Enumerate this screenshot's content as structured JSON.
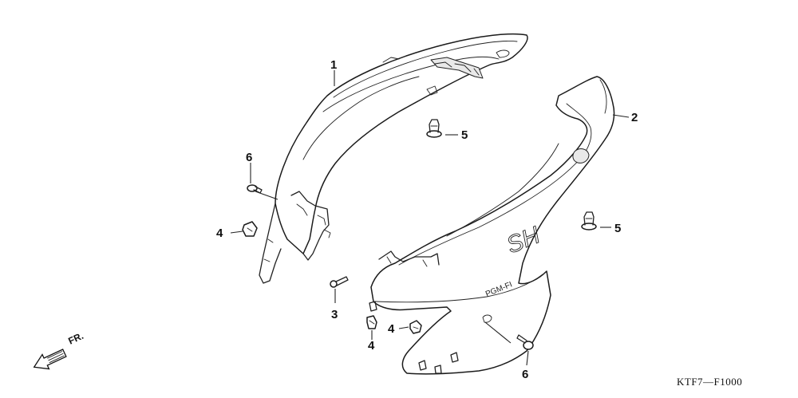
{
  "callouts": {
    "c1": "1",
    "c2": "2",
    "c3": "3",
    "c4a": "4",
    "c4b": "4",
    "c4c": "4",
    "c5a": "5",
    "c5b": "5",
    "c6a": "6",
    "c6b": "6"
  },
  "direction_label": "FR.",
  "diagram_code": "KTF7—F1000",
  "decal": {
    "main": "SH",
    "sub": "PGM-FI"
  }
}
